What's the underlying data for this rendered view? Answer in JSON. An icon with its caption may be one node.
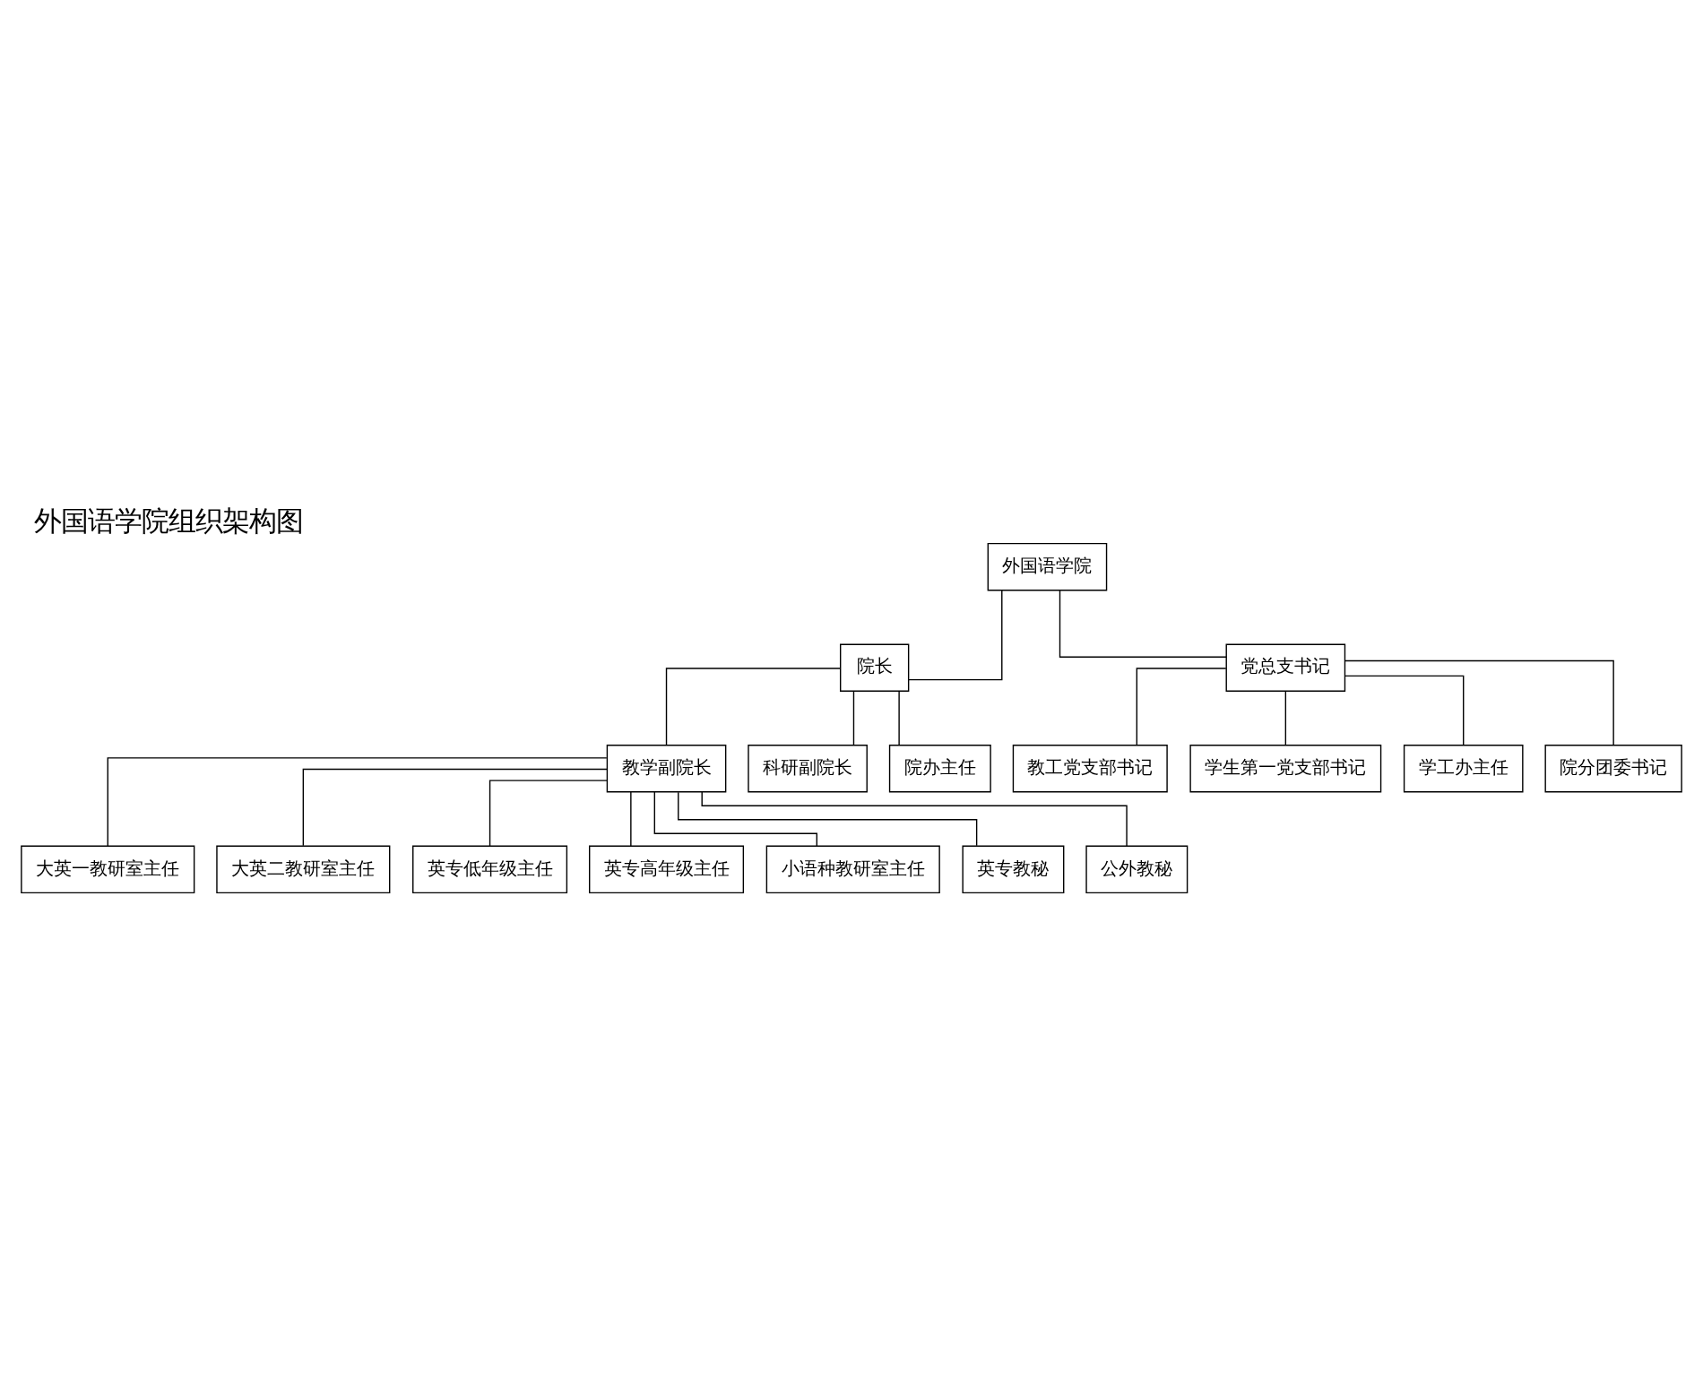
{
  "diagram": {
    "title": "外国语学院组织架构图",
    "nodes": [
      {
        "text": [
          "外国语学院"
        ]
      },
      {
        "text": [
          "院长"
        ]
      },
      {
        "text": [
          "党总支书记"
        ]
      },
      {
        "text": [
          "教学副院长"
        ]
      },
      {
        "text": [
          "科研副院长"
        ]
      },
      {
        "text": [
          "院办主任"
        ]
      },
      {
        "text": [
          "教工党支部书记"
        ]
      },
      {
        "text": [
          "大英一教研室主任"
        ]
      },
      {
        "text": [
          "大英二教研室主任"
        ]
      },
      {
        "text": [
          "英专低年级主任"
        ]
      },
      {
        "text": [
          "英专高年级主任"
        ]
      },
      {
        "text": [
          "小语种教研室主任"
        ]
      },
      {
        "text": [
          "英专教秘"
        ]
      },
      {
        "text": [
          "公外教秘"
        ]
      },
      {
        "text": [
          "学生第一党支部书记"
        ]
      },
      {
        "text": [
          "学工办主任"
        ]
      },
      {
        "text": [
          "院分团委书记"
        ]
      }
    ],
    "edges": [
      {
        "from": 0,
        "to": 1,
        "arrow": "none"
      },
      {
        "from": 0,
        "to": 2,
        "arrow": "none"
      },
      {
        "from": 1,
        "to": 3,
        "arrow": "none"
      },
      {
        "from": 1,
        "to": 4,
        "arrow": "none"
      },
      {
        "from": 1,
        "to": 5,
        "arrow": "none"
      },
      {
        "from": 2,
        "to": 6,
        "arrow": "none"
      },
      {
        "from": 2,
        "to": 14,
        "arrow": "none"
      },
      {
        "from": 2,
        "to": 15,
        "arrow": "none"
      },
      {
        "from": 2,
        "to": 16,
        "arrow": "none"
      },
      {
        "from": 3,
        "to": 7,
        "arrow": "none"
      },
      {
        "from": 3,
        "to": 8,
        "arrow": "none"
      },
      {
        "from": 3,
        "to": 9,
        "arrow": "none"
      },
      {
        "from": 3,
        "to": 10,
        "arrow": "none"
      },
      {
        "from": 3,
        "to": 11,
        "arrow": "none"
      },
      {
        "from": 3,
        "to": 12,
        "arrow": "none"
      },
      {
        "from": 3,
        "to": 13,
        "arrow": "none"
      }
    ]
  }
}
